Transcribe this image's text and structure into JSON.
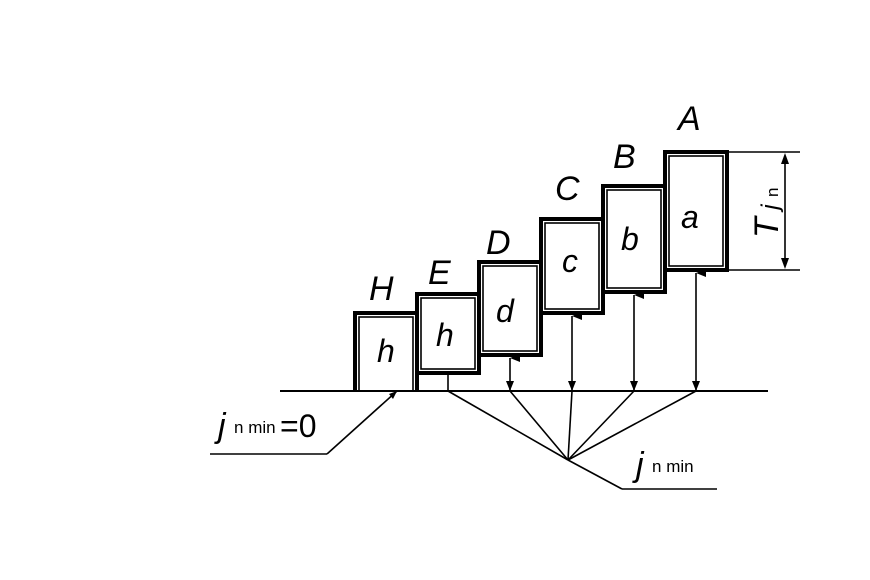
{
  "diagram": {
    "tolerance_zones": [
      {
        "letter": "H",
        "inner": "h"
      },
      {
        "letter": "E",
        "inner": "h"
      },
      {
        "letter": "D",
        "inner": "d"
      },
      {
        "letter": "C",
        "inner": "c"
      },
      {
        "letter": "B",
        "inner": "b"
      },
      {
        "letter": "A",
        "inner": "a"
      }
    ],
    "zero_clearance_label": {
      "j": "j",
      "sub": "n min",
      "value": "=0"
    },
    "min_clearance_label": {
      "j": "j",
      "sub": "n min"
    },
    "tolerance_label": {
      "T": "T",
      "j": "j",
      "sub": "n"
    }
  }
}
